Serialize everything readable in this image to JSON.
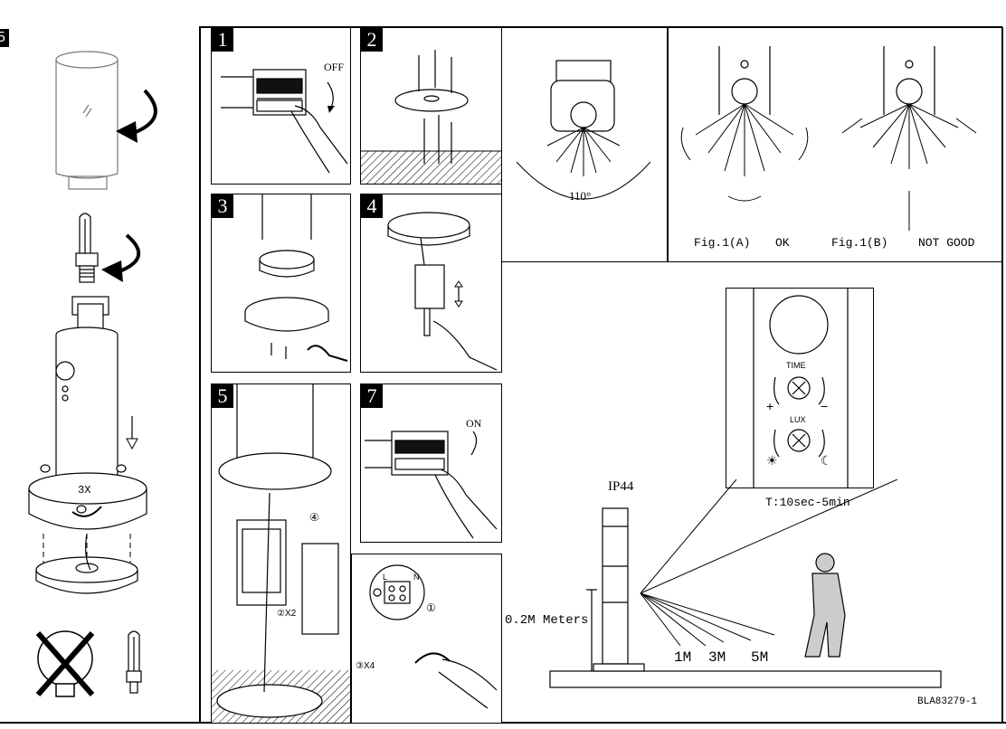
{
  "header_mark": "5",
  "steps": {
    "s1": {
      "num": "1",
      "switch_label": "OFF"
    },
    "s2": {
      "num": "2"
    },
    "s3": {
      "num": "3"
    },
    "s4": {
      "num": "4"
    },
    "s5": {
      "num": "5",
      "up_arrow_circle": "④",
      "callout_circle": "①",
      "wire_count": "②X2",
      "screw_count": "③X4",
      "terminal_L": "L",
      "terminal_N": "N"
    },
    "s7": {
      "num": "7",
      "switch_label": "ON"
    }
  },
  "left_column": {
    "screw_count": "3X"
  },
  "angle_panel": {
    "angle": "110°"
  },
  "fig_panel": {
    "fig_a_caption": "Fig.1(A)",
    "fig_a_verdict": "OK",
    "fig_b_caption": "Fig.1(B)",
    "fig_b_verdict": "NOT GOOD"
  },
  "sensor_detail": {
    "time_label": "TIME",
    "time_plus": "+",
    "time_minus": "−",
    "lux_label": "LUX",
    "time_range": "T:10sec-5min"
  },
  "install_scene": {
    "ip_rating": "IP44",
    "height": "0.2M Meters",
    "distances": [
      "1M",
      "3M",
      "5M"
    ]
  },
  "model_code": "BLA83279-1"
}
